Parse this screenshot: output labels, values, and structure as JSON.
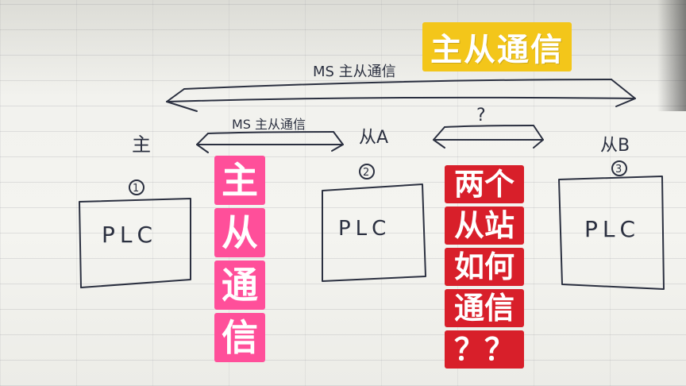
{
  "overlay": {
    "title": "主从通信",
    "left_caption": [
      "主",
      "从",
      "通",
      "信"
    ],
    "right_caption": [
      "两个",
      "从站",
      "如何",
      "通信",
      "？？"
    ]
  },
  "handwriting": {
    "top_arrow_label": "MS 主从通信",
    "mid_arrow_label": "MS 主从通信",
    "question_label": "?",
    "master_label": "主",
    "slave_a_label": "从A",
    "slave_b_label": "从B",
    "box1_num": "1",
    "box2_num": "2",
    "box3_num": "3",
    "plc1": "PLC",
    "plc2": "PLC",
    "plc3": "PLC"
  },
  "colors": {
    "title_bg": "#f3c61a",
    "pink_bg": "#ff4f9a",
    "red_bg": "#d81f2a",
    "ink": "#2b3040"
  }
}
